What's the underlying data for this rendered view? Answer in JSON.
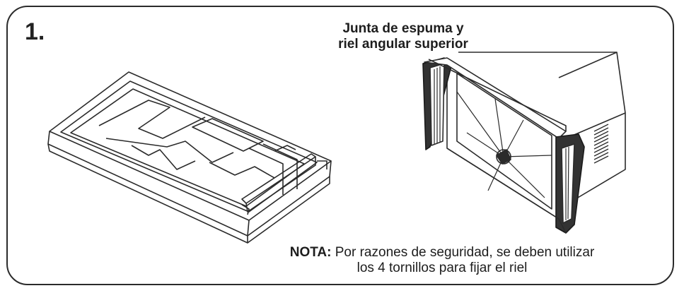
{
  "step": {
    "number": "1."
  },
  "callout": {
    "line1": "Junta de espuma y",
    "line2": "riel angular superior"
  },
  "note": {
    "label": "NOTA:",
    "line1_text": " Por razones de seguridad, se deben utilizar",
    "line2_text": "los 4 tornillos para fijar el riel"
  },
  "colors": {
    "stroke": "#2b2b2b",
    "gasket": "#333333",
    "background": "#ffffff"
  },
  "icons": {
    "left": "window-tray-illustration",
    "right": "air-conditioner-with-gasket-illustration"
  }
}
